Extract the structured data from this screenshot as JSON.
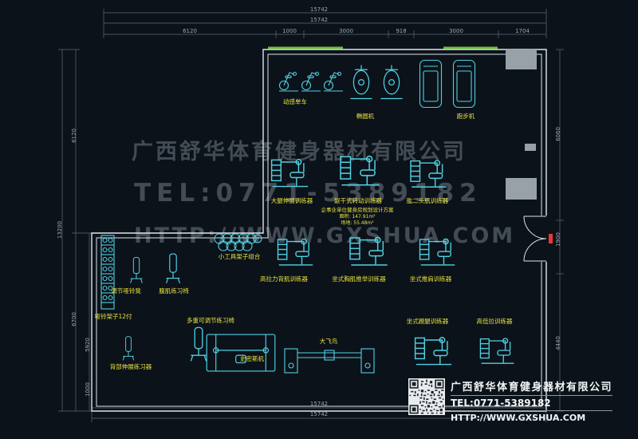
{
  "colors": {
    "background": "#0c121a",
    "wall": "#dde5ea",
    "equipment": "#4fd1e2",
    "label_text": "#e6e33c",
    "dimension_text": "#9aa7b2",
    "dim_line": "#5c6a78",
    "window_line": "#6abf3a",
    "pillar": "#98a0a8",
    "door_mark": "#e53935",
    "watermark": "#7a8791",
    "title_text": "#f2f5f7"
  },
  "watermark": {
    "line1": "广西舒华体育健身器材有限公司",
    "line2": "TEL:0771-5389182",
    "line3": "HTTP://WWW.GXSHUA.COM"
  },
  "plan_note": {
    "line1": "企事业单位健身房规划设计方案",
    "line2": "面积: 147.91m²",
    "line3": "场地: 55.48m²"
  },
  "equipment_labels": [
    "动感单车",
    "椭圆机",
    "跑步机",
    "大腿伸展训练器",
    "躯干式转动训练器",
    "肱二头肌训练器",
    "小工具架子组合",
    "高拉力背肌训练器",
    "坐式胸肌推举训练器",
    "坐式推肩训练器",
    "调节哑铃凳",
    "腹肌练习椅",
    "哑铃架子12付",
    "多重可调节练习椅",
    "史密斯机",
    "大飞鸟",
    "坐式蹬腿训练器",
    "高低拉训练器",
    "背部伸展练习器"
  ],
  "dimensions": {
    "overall_top_1": "15742",
    "overall_top_2": "15742",
    "top_segments": [
      "6120",
      "1000",
      "3000",
      "918",
      "3000",
      "1704"
    ],
    "left": [
      "13200",
      "6120",
      "6700",
      "5920",
      "1000"
    ],
    "right": [
      "6060",
      "1900",
      "4440"
    ],
    "overall_bottom_1": "15742",
    "overall_bottom_2": "15742"
  },
  "title_block": {
    "company": "广西舒华体育健身器材有限公司",
    "tel": "TEL:0771-5389182",
    "url": "HTTP://WWW.GXSHUA.COM"
  }
}
